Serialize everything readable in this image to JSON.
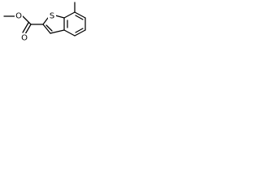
{
  "molecule": {
    "atoms": {
      "sulfur": "S",
      "carbonyl_oxygen": "O",
      "ester_oxygen": "O"
    }
  },
  "colors": {
    "bond": "#000000",
    "background": "#ffffff"
  }
}
